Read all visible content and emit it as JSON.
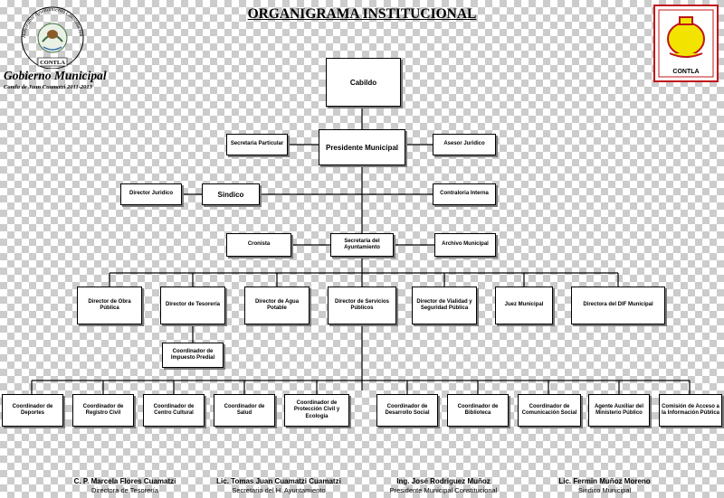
{
  "header": {
    "title": "ORGANIGRAMA INSTITUCIONAL",
    "seal_text": "Honorable Ayuntamiento Constitucional de",
    "seal_town": "CONTLA",
    "gov": "Gobierno Municipal",
    "gov_sub": "Contla de Juan Cuamatzi 2011-2013",
    "logo_text": "CONTLA"
  },
  "org": {
    "cabildo": "Cabildo",
    "presidente": "Presidente Municipal",
    "sec_particular": "Secretaria Particular",
    "asesor": "Asesor Juridico",
    "director_juridico": "Director Juridico",
    "sindico": "Sindico",
    "contraloria": "Contraloria Interna",
    "cronista": "Cronista",
    "secretaria": "Secretaría del Ayuntamiento",
    "archivo": "Archivo Municipal",
    "directors": [
      "Director de Obra Pública",
      "Director de Tesorería",
      "Director de Agua Potable",
      "Director de Servicios Públicos",
      "Director de Vialidad y Seguridad Pública",
      "Juez Municipal",
      "Directora del DIF Municipal"
    ],
    "predial": "Coordinador de Impuesto Predial",
    "coordinators": [
      "Coordinador de Deportes",
      "Coordinador de Registro Civil",
      "Coordinador de Centro Cultural",
      "Coordinador de Salud",
      "Coordinador de Protección Civil y Ecologia",
      "Coordinador de Desarrollo Social",
      "Coordinador de Biblioteca",
      "Coordinador de Comunicación Social",
      "Agente Auxiliar del Ministerio Público",
      "Comisión de Acceso a la Información Pública"
    ]
  },
  "signatures": [
    {
      "name": "C. P. Marcela Flores Cuamatzi",
      "role": "Directora de Tesorería"
    },
    {
      "name": "Lic. Tomas Juan Cuamatzi Cuamatzi",
      "role": "Secretario del H. Ayuntamiento"
    },
    {
      "name": "Ing. José Rodriguez Muñoz",
      "role": "Presidente Municipal Constitucional"
    },
    {
      "name": "Lic. Fermin Muñoz Moreno",
      "role": "Sindico Municipal"
    }
  ],
  "colors": {
    "line": "#000000",
    "logo_fill": "#f2e400",
    "logo_accent": "#c0141a"
  }
}
